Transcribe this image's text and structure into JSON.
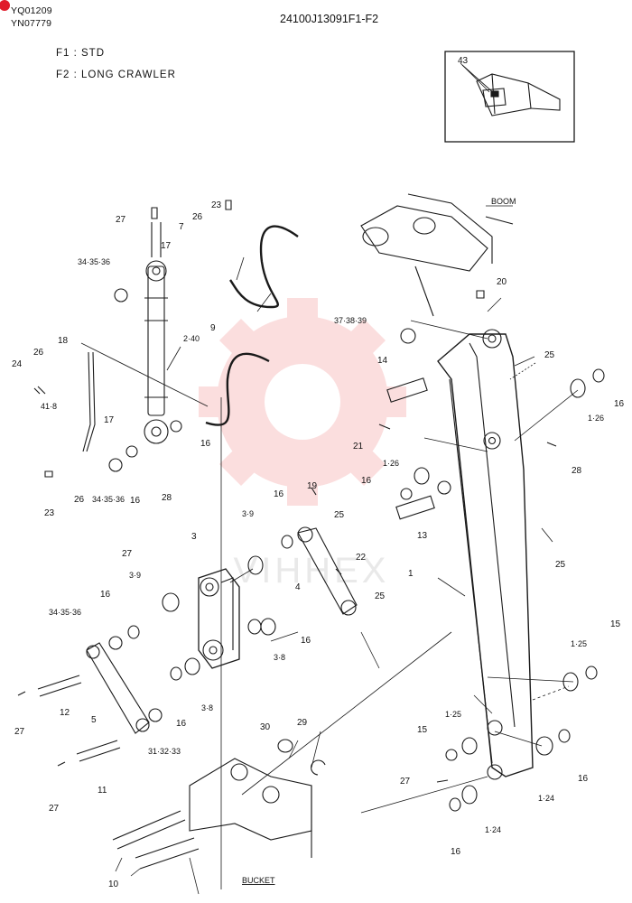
{
  "header": {
    "serial_1": "YQ01209",
    "serial_2": "YN07779",
    "doc_code": "24100J13091F1-F2"
  },
  "variants": [
    {
      "code": "F1",
      "text": "F1 : STD"
    },
    {
      "code": "F2",
      "text": "F2 : LONG CRAWLER"
    }
  ],
  "assembly_labels": {
    "boom": "BOOM",
    "bucket": "BUCKET"
  },
  "watermark": {
    "text": "VIHHEX",
    "color": "#e83a3a"
  },
  "callouts": [
    "43",
    "27",
    "26",
    "23",
    "7",
    "17",
    "34·35·36",
    "9",
    "37·38·39",
    "20",
    "25",
    "2·40",
    "18",
    "26",
    "24",
    "14",
    "16",
    "1·26",
    "41·8",
    "17",
    "21",
    "28",
    "16",
    "23",
    "26",
    "34·35·36",
    "16",
    "28",
    "1·26",
    "16",
    "19",
    "13",
    "16",
    "25",
    "3·9",
    "25",
    "27",
    "3",
    "22",
    "3·9",
    "1",
    "4",
    "25",
    "16",
    "34·35·36",
    "16",
    "3·8",
    "15",
    "1·25",
    "12",
    "16",
    "3·8",
    "27",
    "5",
    "31·32·33",
    "30",
    "29",
    "1·25",
    "15",
    "11",
    "27",
    "16",
    "27",
    "1·24",
    "10",
    "16",
    "1·24"
  ],
  "colors": {
    "line": "#1a1a1a",
    "corner_marker": "#e01b2a"
  }
}
